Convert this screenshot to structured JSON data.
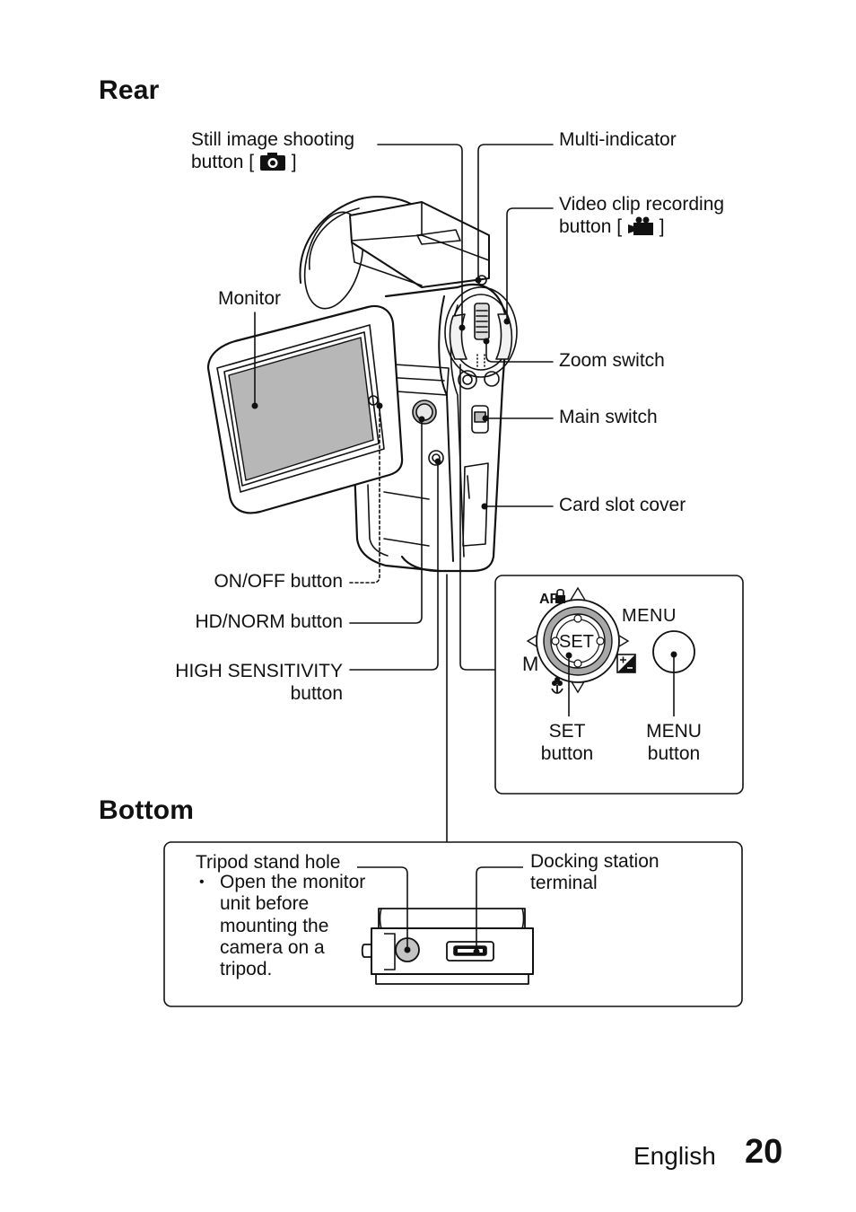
{
  "sections": {
    "rear": "Rear",
    "bottom": "Bottom"
  },
  "labels": {
    "still_image_line1": "Still image shooting",
    "still_image_line2_prefix": "button [",
    "still_image_line2_suffix": "]",
    "multi_indicator": "Multi-indicator",
    "video_clip_line1": "Video clip recording",
    "video_clip_line2_prefix": "button [",
    "video_clip_line2_suffix": "]",
    "monitor": "Monitor",
    "zoom_switch": "Zoom switch",
    "main_switch": "Main switch",
    "card_slot_cover": "Card slot cover",
    "on_off_button": "ON/OFF button",
    "hd_norm_button": "HD/NORM button",
    "high_sensitivity_line1": "HIGH SENSITIVITY",
    "high_sensitivity_line2": "button",
    "set_button_line1": "SET",
    "set_button_line2": "button",
    "menu_button_line1": "MENU",
    "menu_button_line2": "button",
    "tripod_stand_hole": "Tripod stand hole",
    "tripod_note": "Open the monitor\nunit before\nmounting the\ncamera on a\ntripod.",
    "docking_line1": "Docking station",
    "docking_line2": "terminal"
  },
  "inset": {
    "af_lock": "AF",
    "set": "SET",
    "menu": "MENU",
    "m": "M"
  },
  "footer": {
    "language": "English",
    "page_number": "20"
  },
  "icons": {
    "still_camera": "camera-icon",
    "video_camera": "video-camera-icon",
    "af_lock": "lock-icon",
    "macro": "flower-icon",
    "exposure": "exposure-compensation-icon"
  }
}
